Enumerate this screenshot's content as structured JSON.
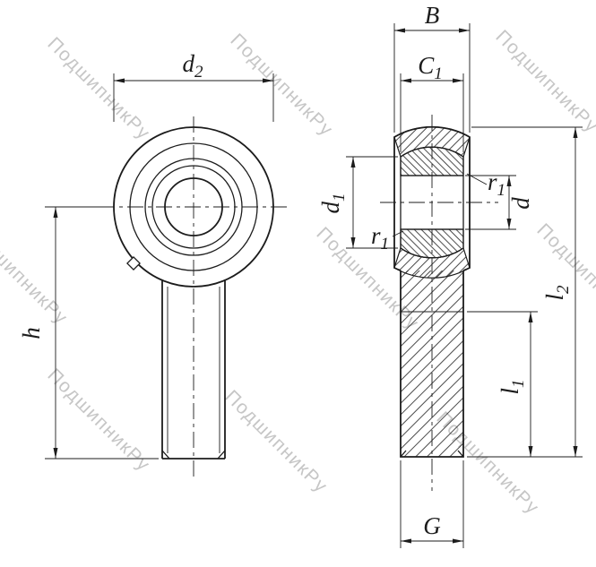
{
  "watermark": {
    "text": "ПодшипникРу"
  },
  "colors": {
    "line": "#1c1c1c",
    "watermark": "#c6c6c6",
    "background": "#ffffff"
  },
  "labels": {
    "d2": {
      "base": "d",
      "sub": "2"
    },
    "B": "B",
    "C1": {
      "base": "C",
      "sub": "1"
    },
    "d1": {
      "base": "d",
      "sub": "1"
    },
    "r1": {
      "base": "r",
      "sub": "1"
    },
    "d": "d",
    "h": "h",
    "l1": {
      "base": "l",
      "sub": "1"
    },
    "l2": {
      "base": "l",
      "sub": "2"
    },
    "G": "G"
  }
}
